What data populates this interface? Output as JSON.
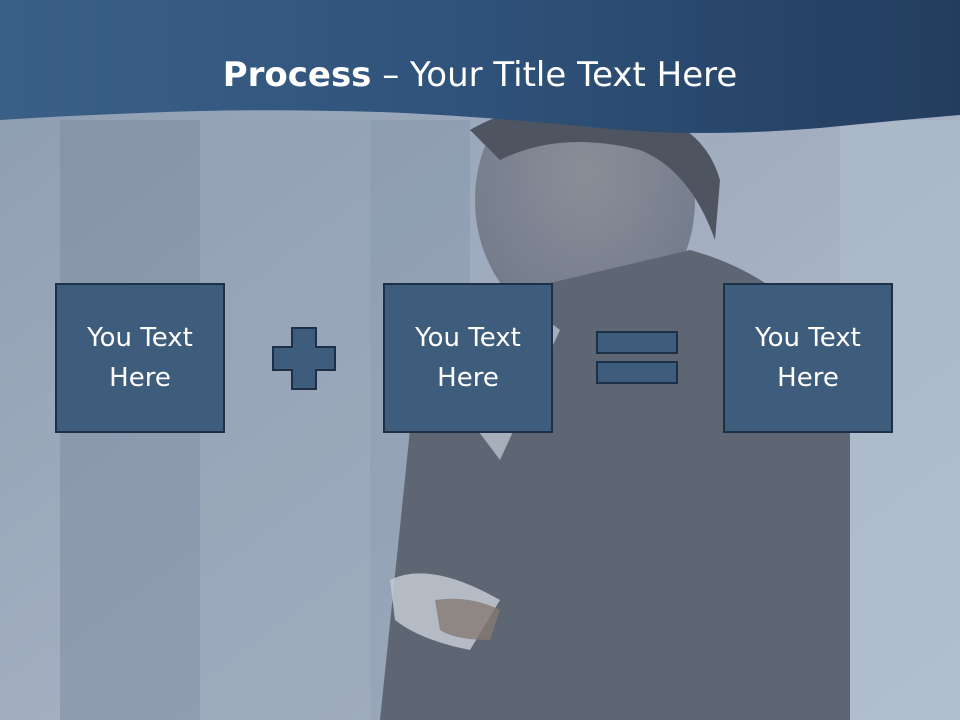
{
  "title": {
    "bold": "Process",
    "rest": " – Your Title Text Here"
  },
  "boxes": [
    {
      "text": "You Text Here"
    },
    {
      "text": "You Text Here"
    },
    {
      "text": "You Text Here"
    }
  ],
  "operators": [
    "plus",
    "equals"
  ],
  "colors": {
    "header": "#2c4d72",
    "box_fill": "#3e5c7c",
    "box_border": "#1c3048",
    "text": "#ffffff",
    "background": "#aab6c6"
  }
}
